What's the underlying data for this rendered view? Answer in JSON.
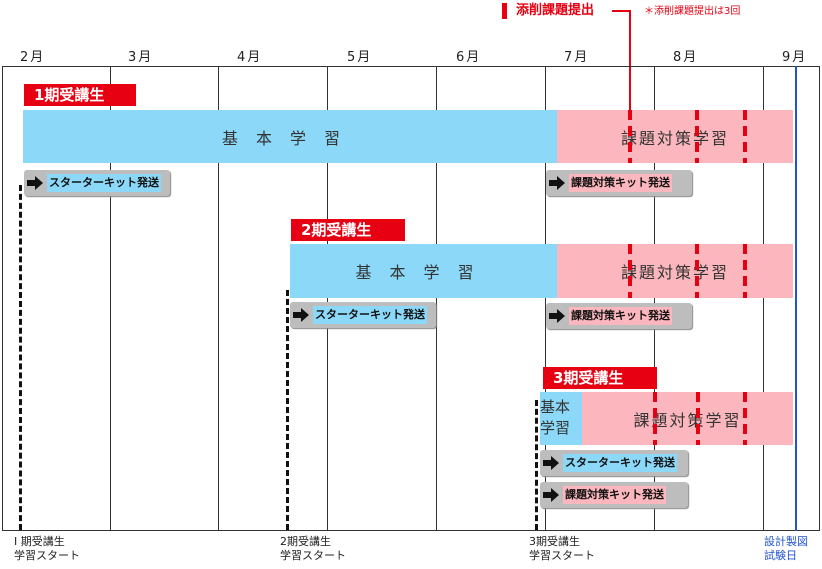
{
  "months": [
    "2月",
    "3月",
    "4月",
    "5月",
    "6月",
    "7月",
    "8月",
    "9月"
  ],
  "legend": {
    "marker_color": "#e60012",
    "title": "添削課題提出",
    "note": "＊添削課題提出は3回"
  },
  "cohorts": [
    {
      "label": "1期受講生",
      "basic_label": "基本学習",
      "task_label": "課題対策学習",
      "kit_label": "スターターキット発送",
      "task_kit_label": "課題対策キット発送",
      "start_label_line1": "I 期受講生",
      "start_label_line2": "学習スタート"
    },
    {
      "label": "2期受講生",
      "basic_label": "基本学習",
      "task_label": "課題対策学習",
      "kit_label": "スターターキット発送",
      "task_kit_label": "課題対策キット発送",
      "start_label_line1": "2期受講生",
      "start_label_line2": "学習スタート"
    },
    {
      "label": "3期受講生",
      "basic_label_line1": "基本",
      "basic_label_line2": "学習",
      "task_label": "課題対策学習",
      "kit_label": "スターターキット発送",
      "task_kit_label": "課題対策キット発送",
      "start_label_line1": "3期受講生",
      "start_label_line2": "学習スタート"
    }
  ],
  "exam": {
    "line1": "設計製図",
    "line2": "試験日",
    "color": "#2255cc"
  },
  "colors": {
    "basic": "#8cd8f8",
    "task": "#fbb7bd",
    "label": "#e60012",
    "tick": "#e60012"
  },
  "icons": [
    "arrow-right-icon"
  ]
}
